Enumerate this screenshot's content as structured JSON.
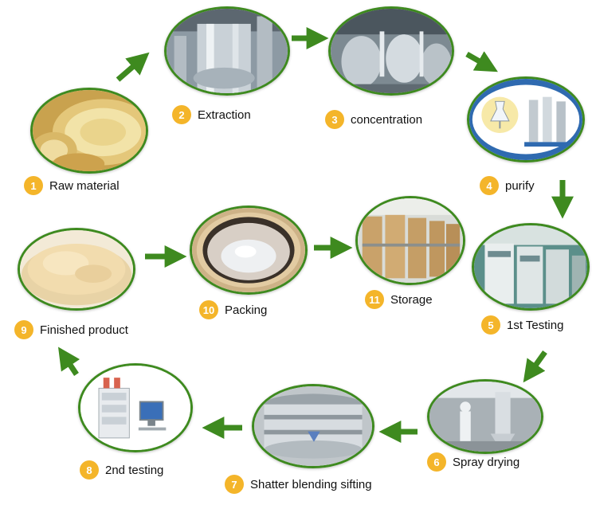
{
  "colors": {
    "arrow": "#3e8a1f",
    "badge": "#f4b52a",
    "ring": "#3e8a1f"
  },
  "steps": [
    {
      "number": "1",
      "label": "Raw material"
    },
    {
      "number": "2",
      "label": "Extraction"
    },
    {
      "number": "3",
      "label": "concentration"
    },
    {
      "number": "4",
      "label": "purify"
    },
    {
      "number": "5",
      "label": "1st Testing"
    },
    {
      "number": "6",
      "label": "Spray drying"
    },
    {
      "number": "7",
      "label": "Shatter blending sifting"
    },
    {
      "number": "8",
      "label": "2nd testing"
    },
    {
      "number": "9",
      "label": "Finished product"
    },
    {
      "number": "10",
      "label": "Packing"
    },
    {
      "number": "11",
      "label": "Storage"
    }
  ],
  "flow_sequence": [
    "1",
    "2",
    "3",
    "4",
    "5",
    "6",
    "7",
    "8",
    "9",
    "10",
    "11"
  ]
}
